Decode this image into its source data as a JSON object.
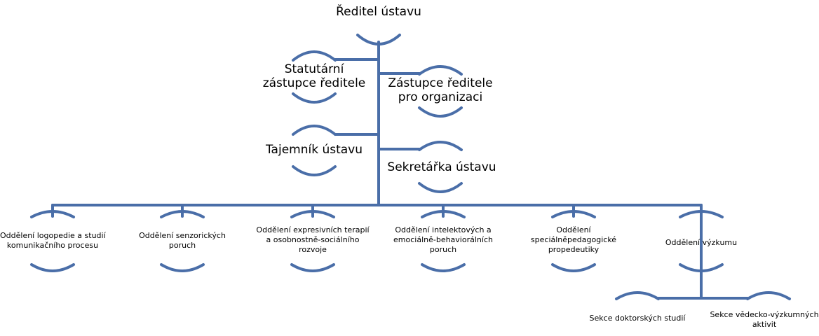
{
  "colors": {
    "line": "#4a6ea8",
    "text": "#000000",
    "background": "#ffffff"
  },
  "root": {
    "label": "Ředitel ústavu"
  },
  "staff": [
    {
      "lines": [
        "Statutární",
        "zástupce ředitele"
      ]
    },
    {
      "lines": [
        "Zástupce ředitele",
        "pro organizaci"
      ]
    },
    {
      "lines": [
        "Tajemník ústavu"
      ]
    },
    {
      "lines": [
        "Sekretářka ústavu"
      ]
    }
  ],
  "departments": [
    {
      "lines": [
        "Oddělení logopedie a studií",
        "komunikačního procesu"
      ]
    },
    {
      "lines": [
        "Oddělení senzorických",
        "poruch"
      ]
    },
    {
      "lines": [
        "Oddělení expresivních terapií",
        "a osobnostně-sociálního",
        "rozvoje"
      ]
    },
    {
      "lines": [
        "Oddělení intelektových a",
        "emociálně-behaviorálních",
        "poruch"
      ]
    },
    {
      "lines": [
        "Oddělení",
        "speciálněpedagogické",
        "propedeutiky"
      ]
    },
    {
      "lines": [
        "Oddělení výzkumu"
      ]
    }
  ],
  "sections": [
    {
      "lines": [
        "Sekce doktorských studií"
      ]
    },
    {
      "lines": [
        "Sekce vědecko-výzkumných",
        "aktivit"
      ]
    }
  ]
}
